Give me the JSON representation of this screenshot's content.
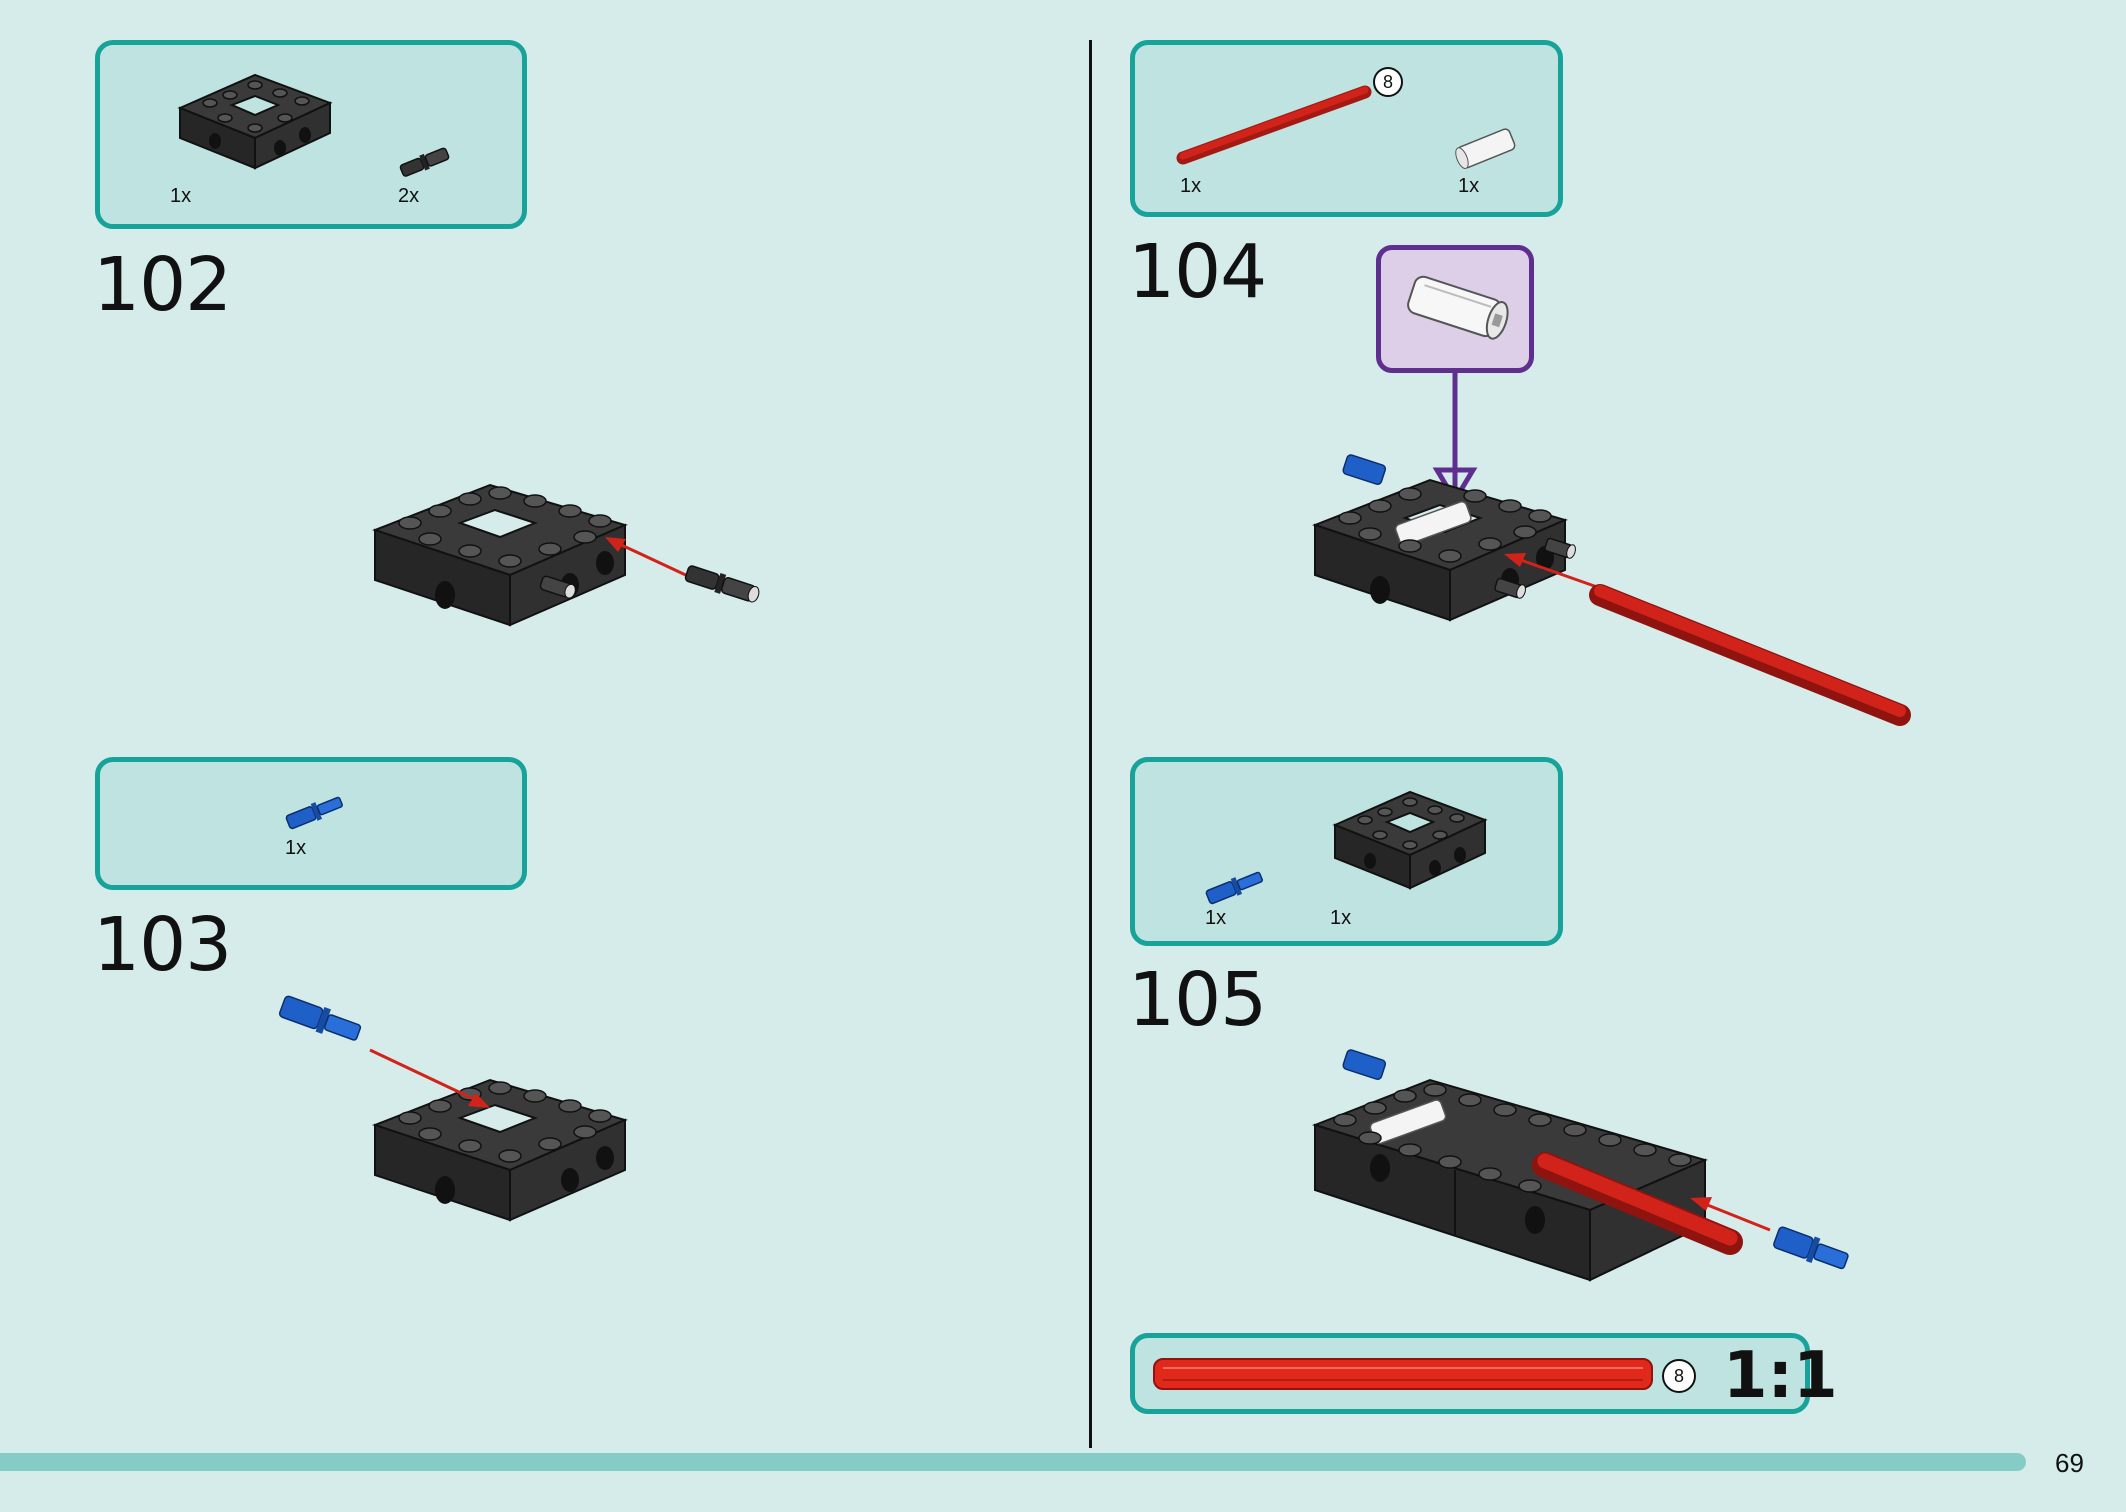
{
  "steps": [
    {
      "number": "102",
      "parts": [
        {
          "qty": "1x",
          "icon": "black-4x4-frame-brick-icon"
        },
        {
          "qty": "2x",
          "icon": "black-friction-pin-icon"
        }
      ]
    },
    {
      "number": "103",
      "parts": [
        {
          "qty": "1x",
          "icon": "blue-axle-pin-icon"
        }
      ]
    },
    {
      "number": "104",
      "parts": [
        {
          "qty": "1x",
          "icon": "red-axle-8-icon",
          "length": "8"
        },
        {
          "qty": "1x",
          "icon": "white-axle-connector-icon"
        }
      ]
    },
    {
      "number": "105",
      "parts": [
        {
          "qty": "1x",
          "icon": "blue-axle-pin-icon"
        },
        {
          "qty": "1x",
          "icon": "black-4x4-frame-brick-icon"
        }
      ]
    }
  ],
  "scale_reference": {
    "length": "8",
    "ratio": "1:1"
  },
  "page_number": "69",
  "colors": {
    "background": "#d5ecea",
    "parts_box_border": "#17a39a",
    "callout_border": "#5e2f8f",
    "axle_red": "#d2231b",
    "pin_blue": "#1f5fc8",
    "brick_black": "#2b2b2b"
  }
}
